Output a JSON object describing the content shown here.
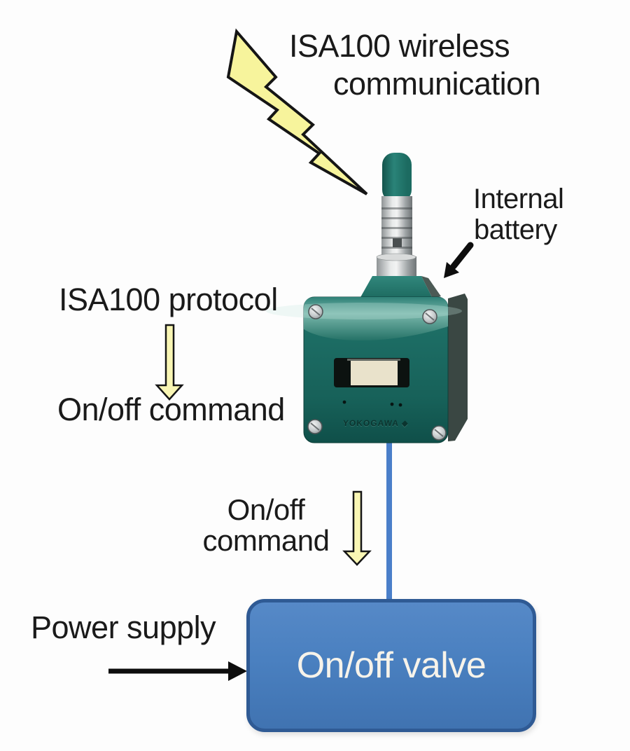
{
  "diagram": {
    "title": {
      "line1": "ISA100 wireless",
      "line2": "communication"
    },
    "labels": {
      "internal_battery_line1": "Internal",
      "internal_battery_line2": "battery",
      "isa100_protocol": "ISA100 protocol",
      "onoff_command_left": "On/off command",
      "onoff_command_mid_line1": "On/off",
      "onoff_command_mid_line2": "command",
      "power_supply": "Power supply"
    },
    "valve": {
      "label": "On/off valve"
    },
    "device": {
      "brand": "YOKOGAWA ◆"
    },
    "colors": {
      "text": "#1a1a1a",
      "bolt_fill": "#f7f49c",
      "arrow_fill": "#f9f6b4",
      "signal_line": "#4a7fc9",
      "valve_fill": "#4a80c0",
      "valve_border": "#2f5a94",
      "valve_text": "#f7f3ea",
      "device_teal": "#1c6b62"
    }
  }
}
